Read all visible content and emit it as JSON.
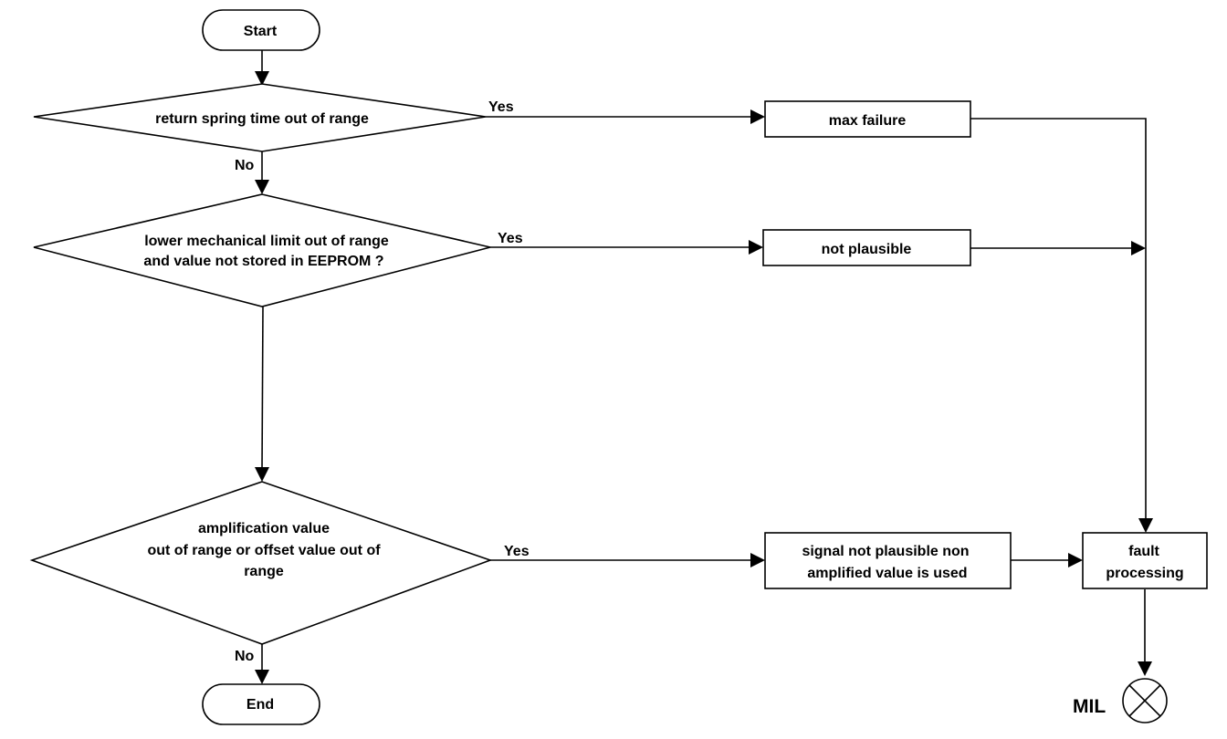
{
  "flowchart": {
    "start_label": "Start",
    "end_label": "End",
    "decision1": {
      "text": [
        "return spring time out of range"
      ],
      "yes": "Yes",
      "no": "No"
    },
    "decision2": {
      "text": [
        "lower mechanical limit out of range",
        "and value not stored in EEPROM ?"
      ],
      "yes": "Yes"
    },
    "decision3": {
      "text": [
        "amplification value",
        "out of range or offset value out of",
        "range"
      ],
      "yes": "Yes",
      "no": "No"
    },
    "box_max_failure": "max failure",
    "box_not_plausible": "not plausible",
    "box_signal": [
      "signal not plausible non",
      "amplified value is used"
    ],
    "box_fault": [
      "fault",
      "processing"
    ],
    "mil_label": "MIL"
  }
}
